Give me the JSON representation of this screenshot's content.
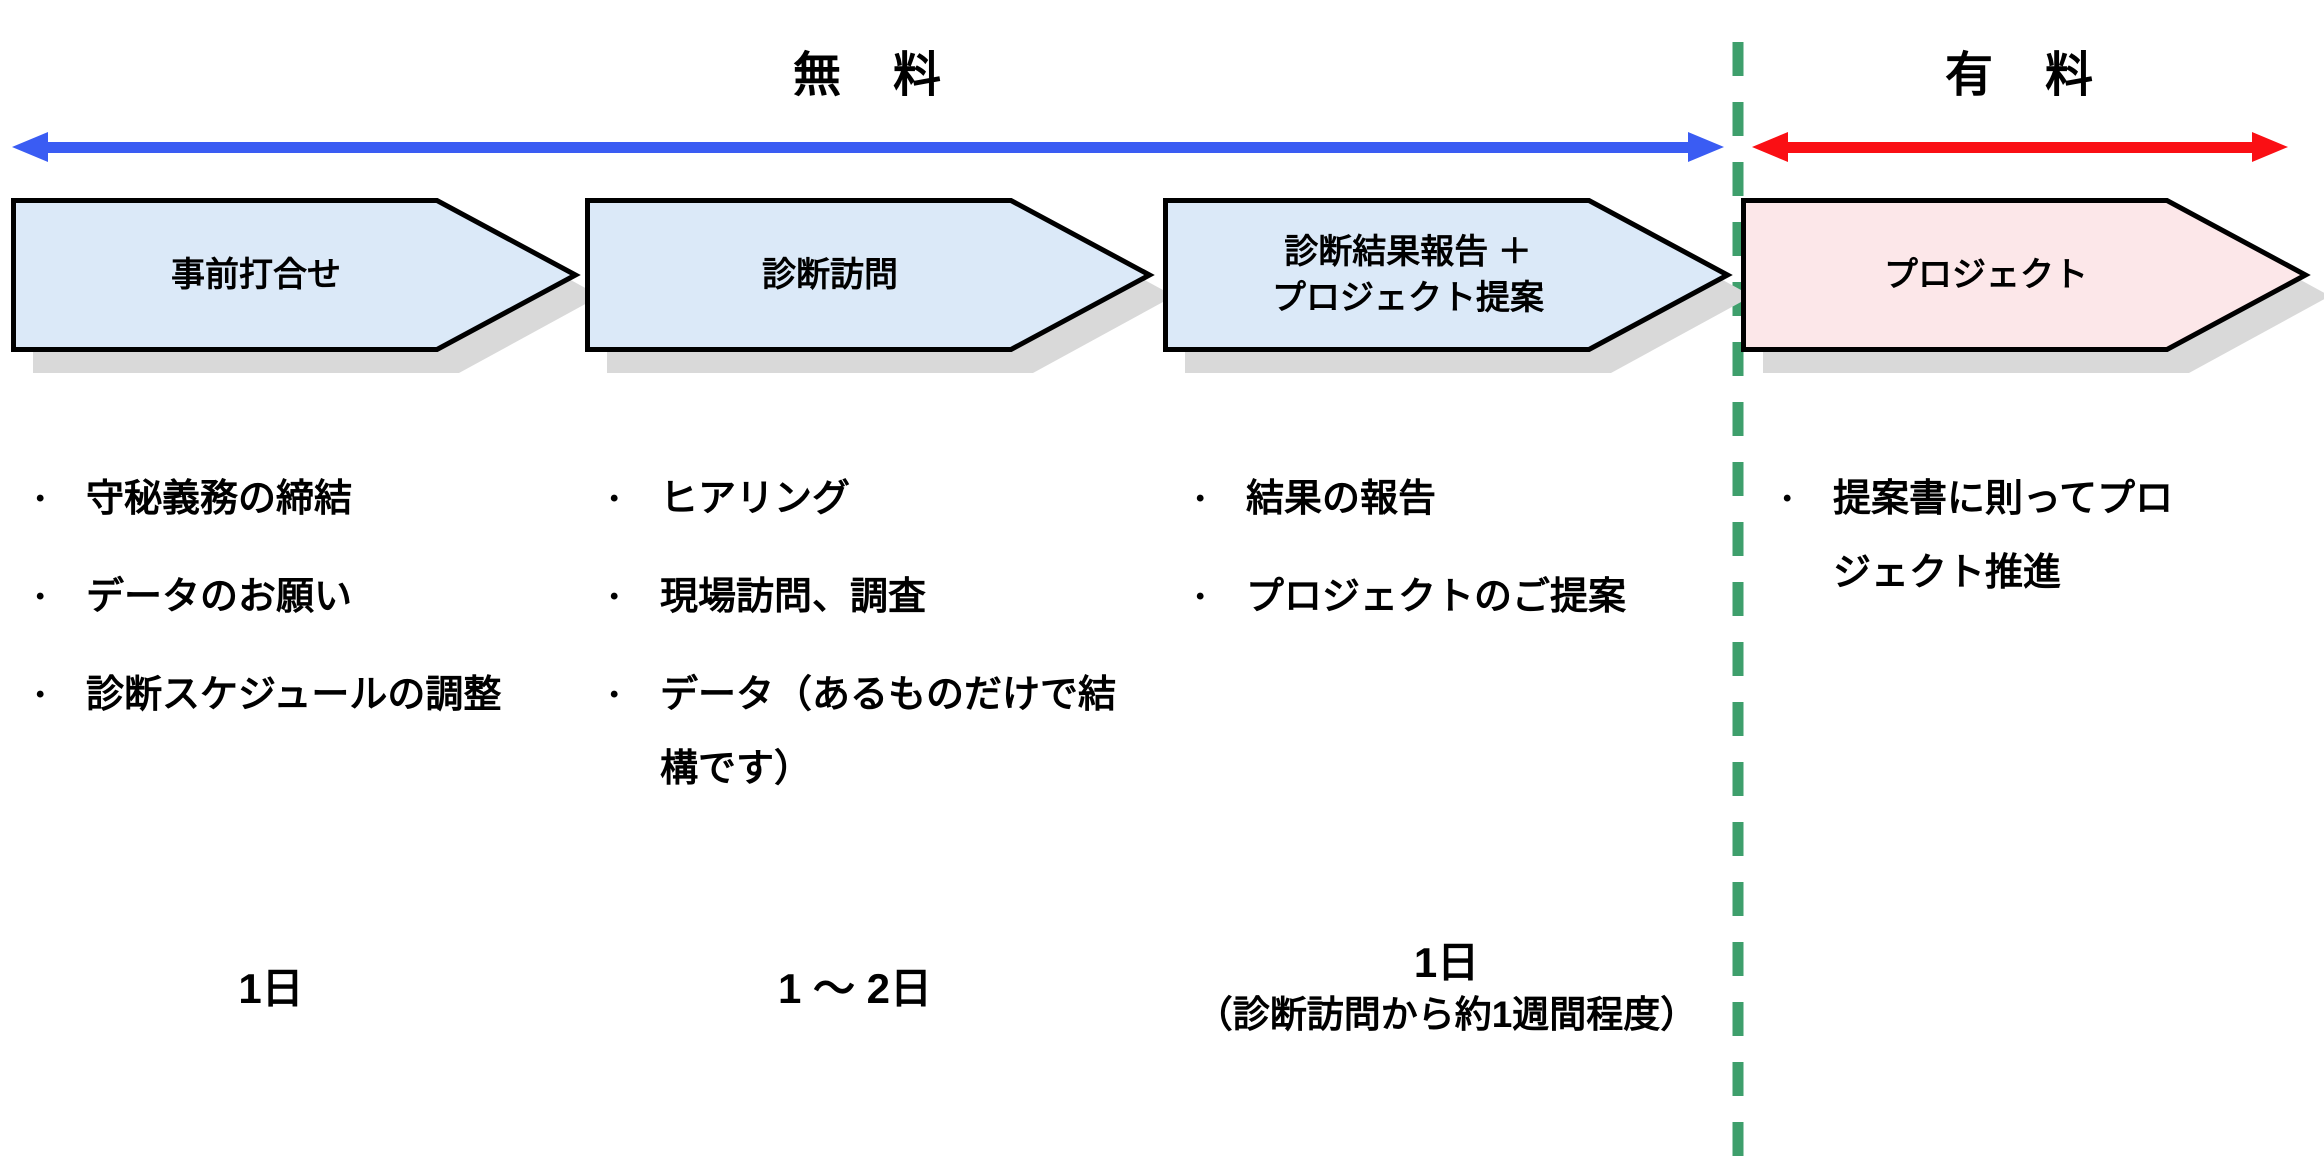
{
  "colors": {
    "free_arrow": "#3A5CF3",
    "paid_arrow": "#FA0F14",
    "divider": "#3E9F6C",
    "stage_fill_free": "#DBE9F8",
    "stage_fill_paid": "#FCE7E9",
    "stage_border": "#000000",
    "stage_shadow": "#D9D9D9",
    "text": "#000000"
  },
  "phases": {
    "free": {
      "title": "無　料"
    },
    "paid": {
      "title": "有　料"
    }
  },
  "stages": [
    {
      "label_lines": [
        "事前打合せ"
      ],
      "items": [
        "守秘義務の締結",
        "データのお願い",
        "診断スケジュールの調整"
      ],
      "duration_lines": [
        "1日"
      ]
    },
    {
      "label_lines": [
        "診断訪問"
      ],
      "items": [
        "ヒアリング",
        "現場訪問、調査",
        "データ（あるものだけで結構です）"
      ],
      "duration_lines": [
        "1 ～ 2日"
      ]
    },
    {
      "label_lines": [
        "診断結果報告 ＋",
        "プロジェクト提案"
      ],
      "items": [
        "結果の報告",
        "プロジェクトのご提案"
      ],
      "duration_lines": [
        "1日",
        "（診断訪問から約1週間程度）"
      ]
    },
    {
      "label_lines": [
        "プロジェクト"
      ],
      "items": [
        "提案書に則ってプロジェクト推進"
      ],
      "duration_lines": []
    }
  ],
  "icons": {
    "bullet": "•"
  }
}
